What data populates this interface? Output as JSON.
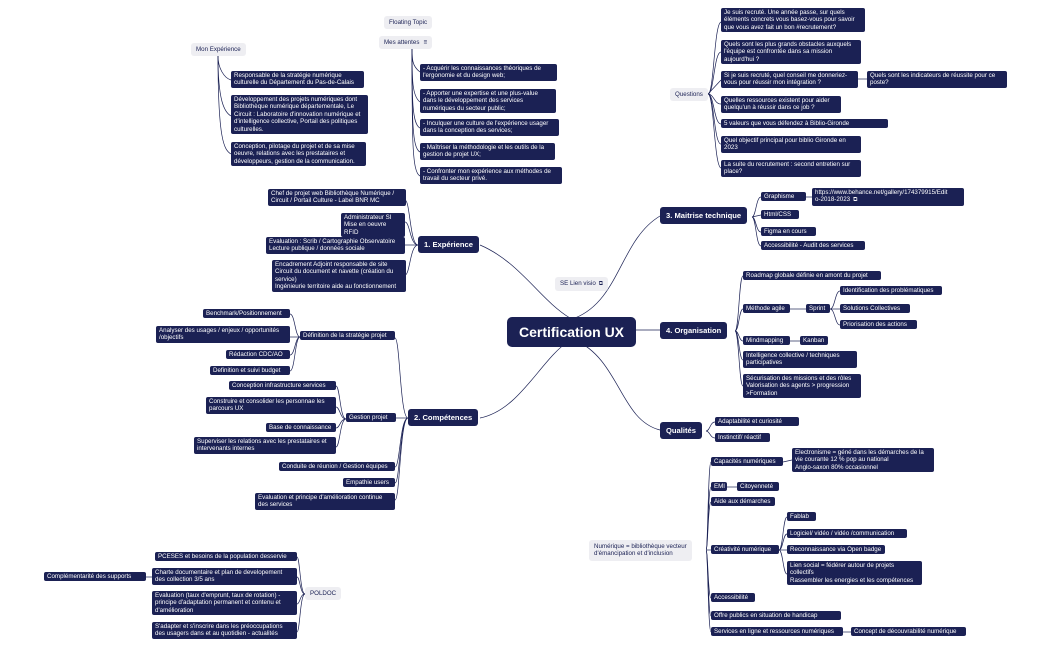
{
  "root": "Certification UX",
  "floating": {
    "floating_topic": "Floating Topic",
    "mes_attentes": "Mes attentes",
    "mon_experience": "Mon Expérience",
    "questions": "Questions",
    "se_lien_visio": "SE Lien visio",
    "numerique": "Numérique = bibliothèque vecteur\nd'émancipation et d'inclusion",
    "poldoc": "POLDOC"
  },
  "attentes": [
    "- Acquérir les connaissances théoriques de\nl'ergonomie et du design web;",
    "- Apporter une expertise et une plus-value\ndans le développement des services\nnumériques du secteur public;",
    "- Inculquer une culture de l'expérience usager\ndans la conception des services;",
    "- Maîtriser la méthodologie et les outils de la\ngestion de projet UX;",
    "- Confronter mon expérience aux méthodes de\ntravail du secteur privé."
  ],
  "mon_experience": [
    "Responsable de la stratégie numérique\nculturelle du Département du Pas-de-Calais",
    "Développement des projets numériques dont\nBibliothèque numérique départementale, Le\nCircuit : Laboratoire d'innovation numérique et\nd'intelligence collective, Portail des politiques\nculturelles.",
    "Conception, pilotage du projet et de sa mise\noeuvre, relations avec les prestataires et\ndéveloppeurs, gestion de la communication."
  ],
  "questions": [
    "Je suis recruté. Une année passe, sur quels\néléments concrets vous basez-vous pour savoir\nque vous avez fait un bon #recrutement?",
    "Quels sont les plus grands obstacles auxquels\nl'équipe est confrontée dans sa mission\naujourd'hui ?",
    "Si je suis recruté, quel conseil me donneriez-\nvous pour réussir mon intégration ?",
    "Quelles ressources existent pour aider\nquelqu'un à réussir dans ce job ?",
    "5 valeurs que vous défendez à Biblio-Gironde",
    "Quel objectif principal pour biblio  Gironde en\n2023",
    "La suite du recrutement : second entretien sur\nplace?"
  ],
  "question_sub": "Quels sont les indicateurs de réussite pour ce\nposte?",
  "experience": {
    "title": "1. Expérience",
    "items": [
      "Chef de projet web Bibliothèque Numérique /\nCircuit / Portail Culture - Label BNR MC",
      "Administrateur SI\nMise en oeuvre RFID",
      "Evaluation : Scrib  / Cartographie Observatoire\nLecture publique / données sociale",
      "Encadrement Adjoint responsable de site\nCircuit du document et navette (création du\nservice)\nIngénieurie territoire aide au fonctionnement"
    ]
  },
  "competences": {
    "title": "2. Compétences",
    "strategie": "Définition de la stratégie projet",
    "strategie_items": [
      "Benchmark/Positionnement",
      "Analyser des usages / enjeux / opportunités\n/objectifs",
      "Rédaction CDC/AO",
      "Definition et suivi budget"
    ],
    "gestion": "Gestion projet",
    "gestion_items": [
      "Conception infrastructure services",
      "Construire et consolider les personnae les\nparcours UX",
      "Base de connaissance",
      "Superviser les relations avec les prestataires et\nintervenants internes"
    ],
    "other": [
      "Conduite de réunion / Gestion équipes",
      "Empathie users",
      "Evaluation et principe d'amélioration continue\ndes services"
    ]
  },
  "poldoc": {
    "items": [
      "PCESES et besoins de la population desservie",
      "Charte documentaire et plan de developement\ndes collection 3/5 ans",
      "Evaluation (taux d'emprunt, taux de rotation) -\nprincipe d'adaptation permanent et contenu et\nd'amélioration",
      "S'adapter et s'inscrire dans les préoccupations\ndes usagers dans et au quotidien - actualités"
    ],
    "supports": "Complémentarité des supports"
  },
  "maitrise": {
    "title": "3. Maitrise technique",
    "graphisme": "Graphisme",
    "graphisme_link": "https://www.behance.net/gallery/174379915/Edit\no-2018-2023",
    "items": [
      "Html/CSS",
      "Figma en cours",
      "Accessibilité - Audit des services"
    ]
  },
  "organisation": {
    "title": "4. Organisation",
    "roadmap": "Roadmap globale définie en amont du projet",
    "agile": "Méthode agile",
    "sprint": "Sprint",
    "sprint_items": [
      "Identification des problématiques",
      "Solutions Collectives",
      "Priorisation des actions"
    ],
    "mindmapping": "Mindmapping",
    "kanban": "Kanban",
    "intelligence": "Intelligence collective / techniques\nparticipatives",
    "securisation": "Sécurisation des missions et des rôles\nValorisation des agents > progression\n>Formation"
  },
  "qualites": {
    "title": "Qualités",
    "items": [
      "Adaptabilité et curiosité",
      "Instinctif/ réactif"
    ]
  },
  "numerique": {
    "capacites": "Capacités numériques",
    "electronisme": "Electronisme = géné dans les démarches de la\nvie courante 12 % pop au national\nAnglo-saxon 80% occasionnel",
    "emi": "EMI",
    "citoyennete": "Citoyenneté",
    "aide": "Aide aux démarches",
    "creativite": "Créativité numérique",
    "creativite_items": [
      "Fablab",
      "Logiciel/ vidéo / vidéo /communication",
      "Reconnaissance via Open badge",
      "Lien social  = fédérer autour de projets\ncollectifs\nRassembler les energies et les compétences"
    ],
    "accessibilite": "Accessibilité",
    "handicap": "Offre publics en situation de handicap",
    "services": "Services en ligne et ressources numériques",
    "concept": "Concept de découvrabilité numérique"
  },
  "colors": {
    "node": "#1b2154",
    "line": "#1b2154",
    "float_bg": "#eeeef2",
    "background": "#ffffff"
  }
}
